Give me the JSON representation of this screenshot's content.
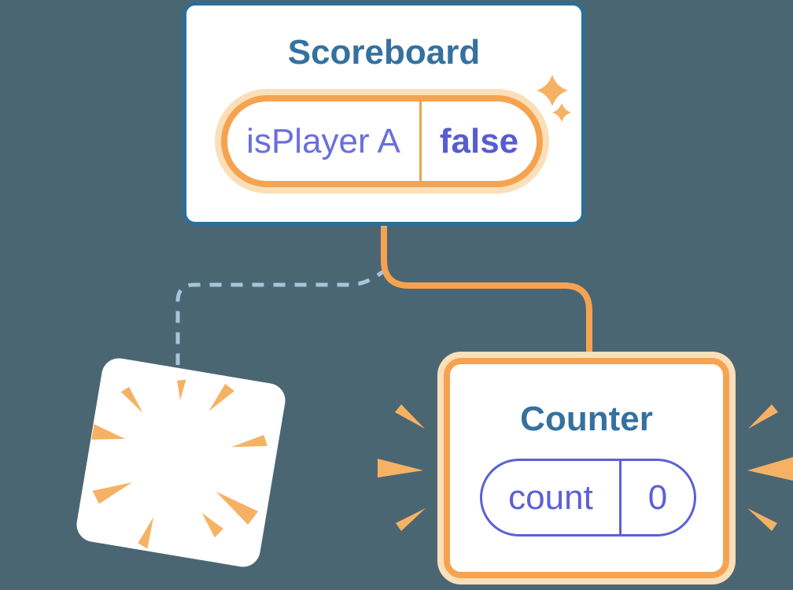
{
  "background_color": "#4B6673",
  "scoreboard": {
    "title": "Scoreboard",
    "state": {
      "label": "isPlayer A",
      "value": "false"
    }
  },
  "counter": {
    "title": "Counter",
    "state": {
      "label": "count",
      "value": "0"
    }
  },
  "icons": {
    "sparkles": "sparkles-icon",
    "poof": "poof-burst-icon",
    "emphasis_left": "emphasis-marks-left-icon",
    "emphasis_right": "emphasis-marks-right-icon"
  },
  "colors": {
    "card_border_blue": "#2D6E96",
    "title_blue": "#35719F",
    "orange": "#F6A351",
    "orange_light": "#F6B264",
    "glow_peach": "#FBDFB9",
    "purple_label": "#6A6FDC",
    "purple_value": "#575CD1",
    "purple_counter": "#5B60D6",
    "dashed_blue": "#A6C4DB",
    "white": "#FFFFFF"
  }
}
